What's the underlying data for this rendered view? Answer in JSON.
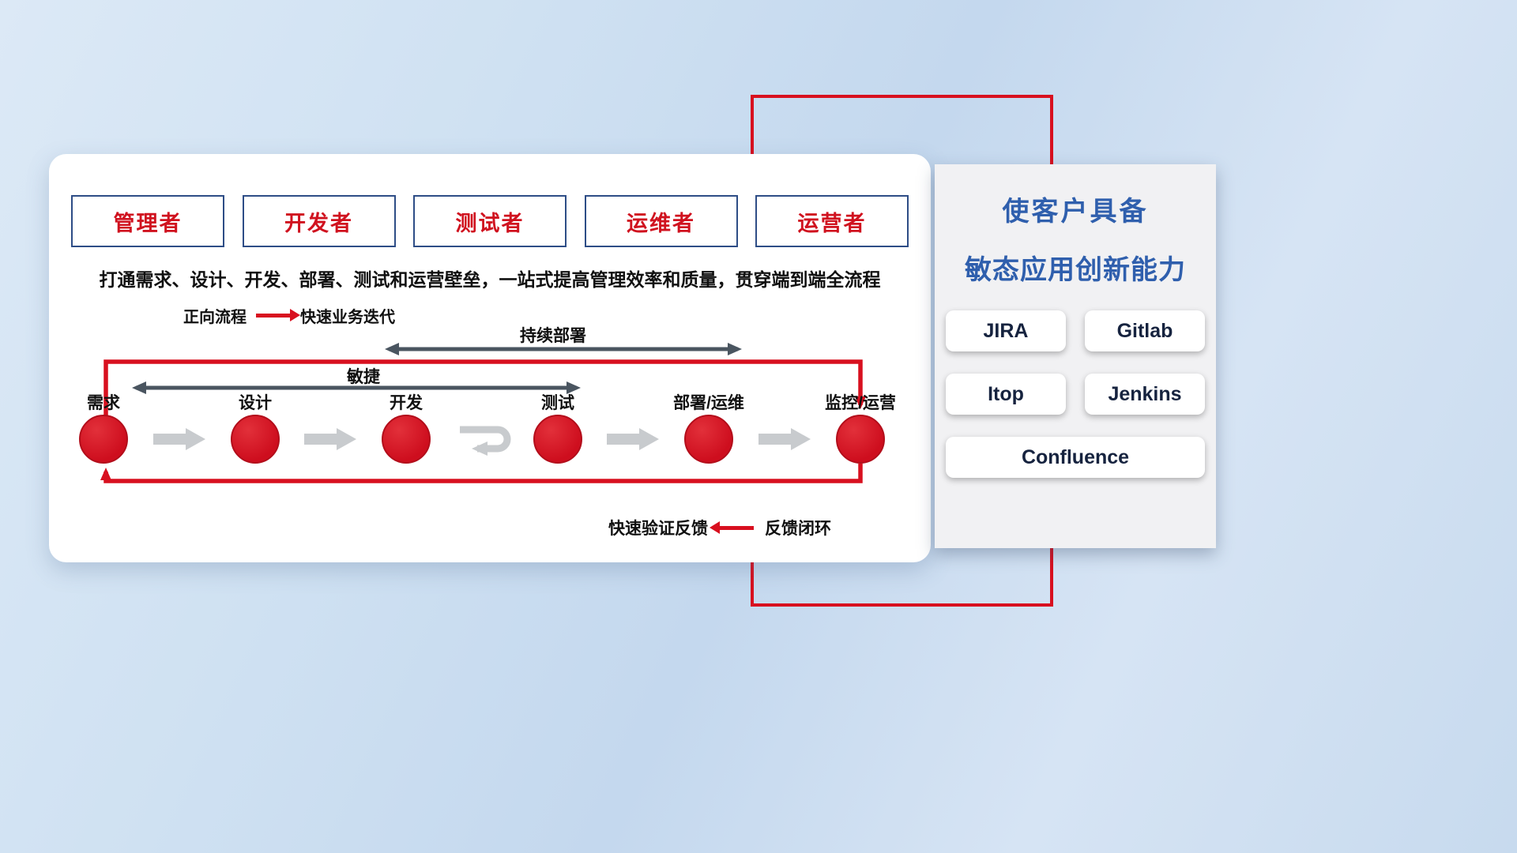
{
  "roles": [
    {
      "label": "管理者"
    },
    {
      "label": "开发者"
    },
    {
      "label": "测试者"
    },
    {
      "label": "运维者"
    },
    {
      "label": "运营者"
    }
  ],
  "subtitle": "打通需求、设计、开发、部署、测试和运营壁垒，一站式提高管理效率和质量，贯穿端到端全流程",
  "legend_forward": {
    "label": "正向流程",
    "desc": "快速业务迭代"
  },
  "legend_feedback": {
    "label": "快速验证反馈",
    "desc": "反馈闭环"
  },
  "flow": {
    "cd_label": "持续部署",
    "agile_label": "敏捷",
    "stages": [
      "需求",
      "设计",
      "开发",
      "测试",
      "部署/运维",
      "监控/运营"
    ]
  },
  "right_panel": {
    "title_line1": "使客户具备",
    "title_line2": "敏态应用创新能力",
    "tools": [
      "JIRA",
      "Gitlab",
      "Itop",
      "Jenkins",
      "Confluence"
    ]
  },
  "colors": {
    "accent_red": "#d8101f",
    "role_border_blue": "#2e4d86",
    "panel_title_blue": "#2f5fad",
    "dark_arrow": "#4a5560",
    "gray_arrow": "#c8cbce"
  }
}
